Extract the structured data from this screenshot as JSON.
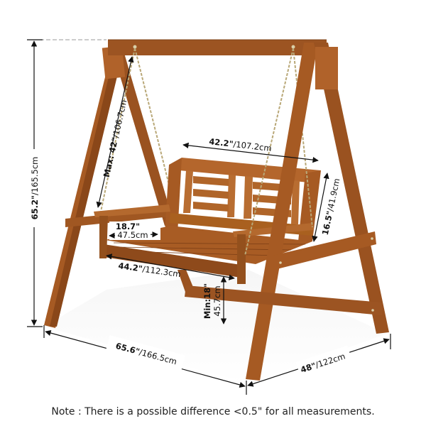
{
  "diagram": {
    "subject": "Wooden A-frame porch swing with dimension annotations",
    "colors": {
      "wood": "#a65a23",
      "wood_dark": "#7d3f16",
      "wood_light": "#c07436",
      "chain": "#b9a878",
      "floor_shadow": "#efefef",
      "dimension_line": "#111111"
    },
    "dimensions": {
      "overall_height": {
        "imperial": "65.2\"",
        "metric": "/165.5cm"
      },
      "chain_length": {
        "imperial": "Max: 42\"",
        "metric": "/106.7cm"
      },
      "seat_width": {
        "imperial": "42.2\"",
        "metric": "/107.2cm"
      },
      "backrest_height": {
        "imperial": "16.5\"",
        "metric": "/41.9cm"
      },
      "seat_depth": {
        "imperial": "18.7\"",
        "metric": "47.5cm"
      },
      "swing_width": {
        "imperial": "44.2\"",
        "metric": "/112.3cm"
      },
      "seat_ground_clearance": {
        "imperial": "Min:18\"",
        "metric": "45.7cm"
      },
      "overall_width": {
        "imperial": "65.6\"",
        "metric": "/166.5cm"
      },
      "overall_depth": {
        "imperial": "48\"",
        "metric": "/122cm"
      }
    },
    "note": "Note : There is a possible difference <0.5\" for all measurements."
  }
}
